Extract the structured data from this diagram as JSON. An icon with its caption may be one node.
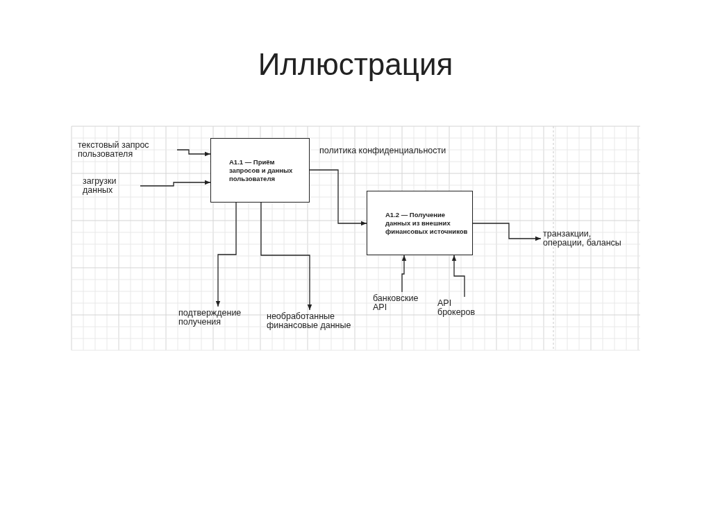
{
  "diagram": {
    "title": "Иллюстрация",
    "nodes": [
      {
        "text": [
          "A1.1 — Приём запросов и данных пользователя"
        ]
      },
      {
        "text": [
          "A1.2 — Получение данных из внешних финансовых источников"
        ]
      },
      {
        "text": [
          "текстовый запрос пользователя"
        ]
      },
      {
        "text": [
          "загрузки данных"
        ]
      },
      {
        "text": [
          "подтверждение получения"
        ]
      },
      {
        "text": [
          "необработанные финансовые данные"
        ]
      },
      {
        "text": [
          "банковские API"
        ]
      },
      {
        "text": [
          "API брокеров"
        ]
      },
      {
        "text": [
          "транзакции, операции, балансы"
        ]
      }
    ],
    "edges": [
      {
        "from": 2,
        "to": 0,
        "arrow": "to"
      },
      {
        "from": 3,
        "to": 0,
        "arrow": "to"
      },
      {
        "from": 0,
        "to": 1,
        "arrow": "to",
        "label": "политика конфиденциальности"
      },
      {
        "from": 0,
        "to": 4,
        "arrow": "to"
      },
      {
        "from": 0,
        "to": 5,
        "arrow": "to"
      },
      {
        "from": 6,
        "to": 1,
        "arrow": "to"
      },
      {
        "from": 7,
        "to": 1,
        "arrow": "to"
      },
      {
        "from": 1,
        "to": 8,
        "arrow": "to"
      }
    ]
  }
}
